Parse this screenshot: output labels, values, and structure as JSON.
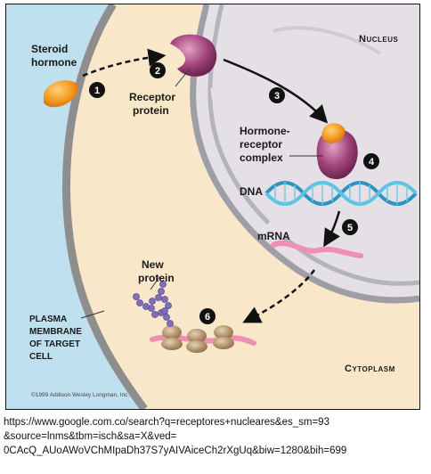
{
  "diagram": {
    "labels": {
      "steroid_hormone": [
        "Steroid",
        "hormone"
      ],
      "receptor_protein": [
        "Receptor",
        "protein"
      ],
      "hormone_receptor_complex": [
        "Hormone-",
        "receptor",
        "complex"
      ],
      "dna": "DNA",
      "mrna": "mRNA",
      "new_protein": [
        "New",
        "protein"
      ],
      "plasma_membrane": [
        "PLASMA",
        "MEMBRANE",
        "OF TARGET",
        "CELL"
      ],
      "nucleus": "Nucleus",
      "cytoplasm": "Cytoplasm",
      "copyright": "©1999 Addison Wesley Longman, Inc."
    },
    "steps": [
      "1",
      "2",
      "3",
      "4",
      "5",
      "6"
    ],
    "colors": {
      "extracellular": "#bfe0ee",
      "cytoplasm": "#f8e7c9",
      "nucleus": "#e5dfe6",
      "membrane": "#8e8e8e",
      "hormone": "#f49a1f",
      "receptor": "#a1447a",
      "dna": "#38a9d0",
      "mrna": "#ef8fb3",
      "protein_chain": "#7f6fb8",
      "ribosome": "#b08a5e"
    }
  },
  "source_url_lines": [
    "https://www.google.com.co/search?q=receptores+nucleares&es_sm=93",
    "&source=lnms&tbm=isch&sa=X&ved=",
    "0CAcQ_AUoAWoVChMIpaDh37S7yAIVAiceCh2rXgUq&biw=1280&bih=699"
  ]
}
